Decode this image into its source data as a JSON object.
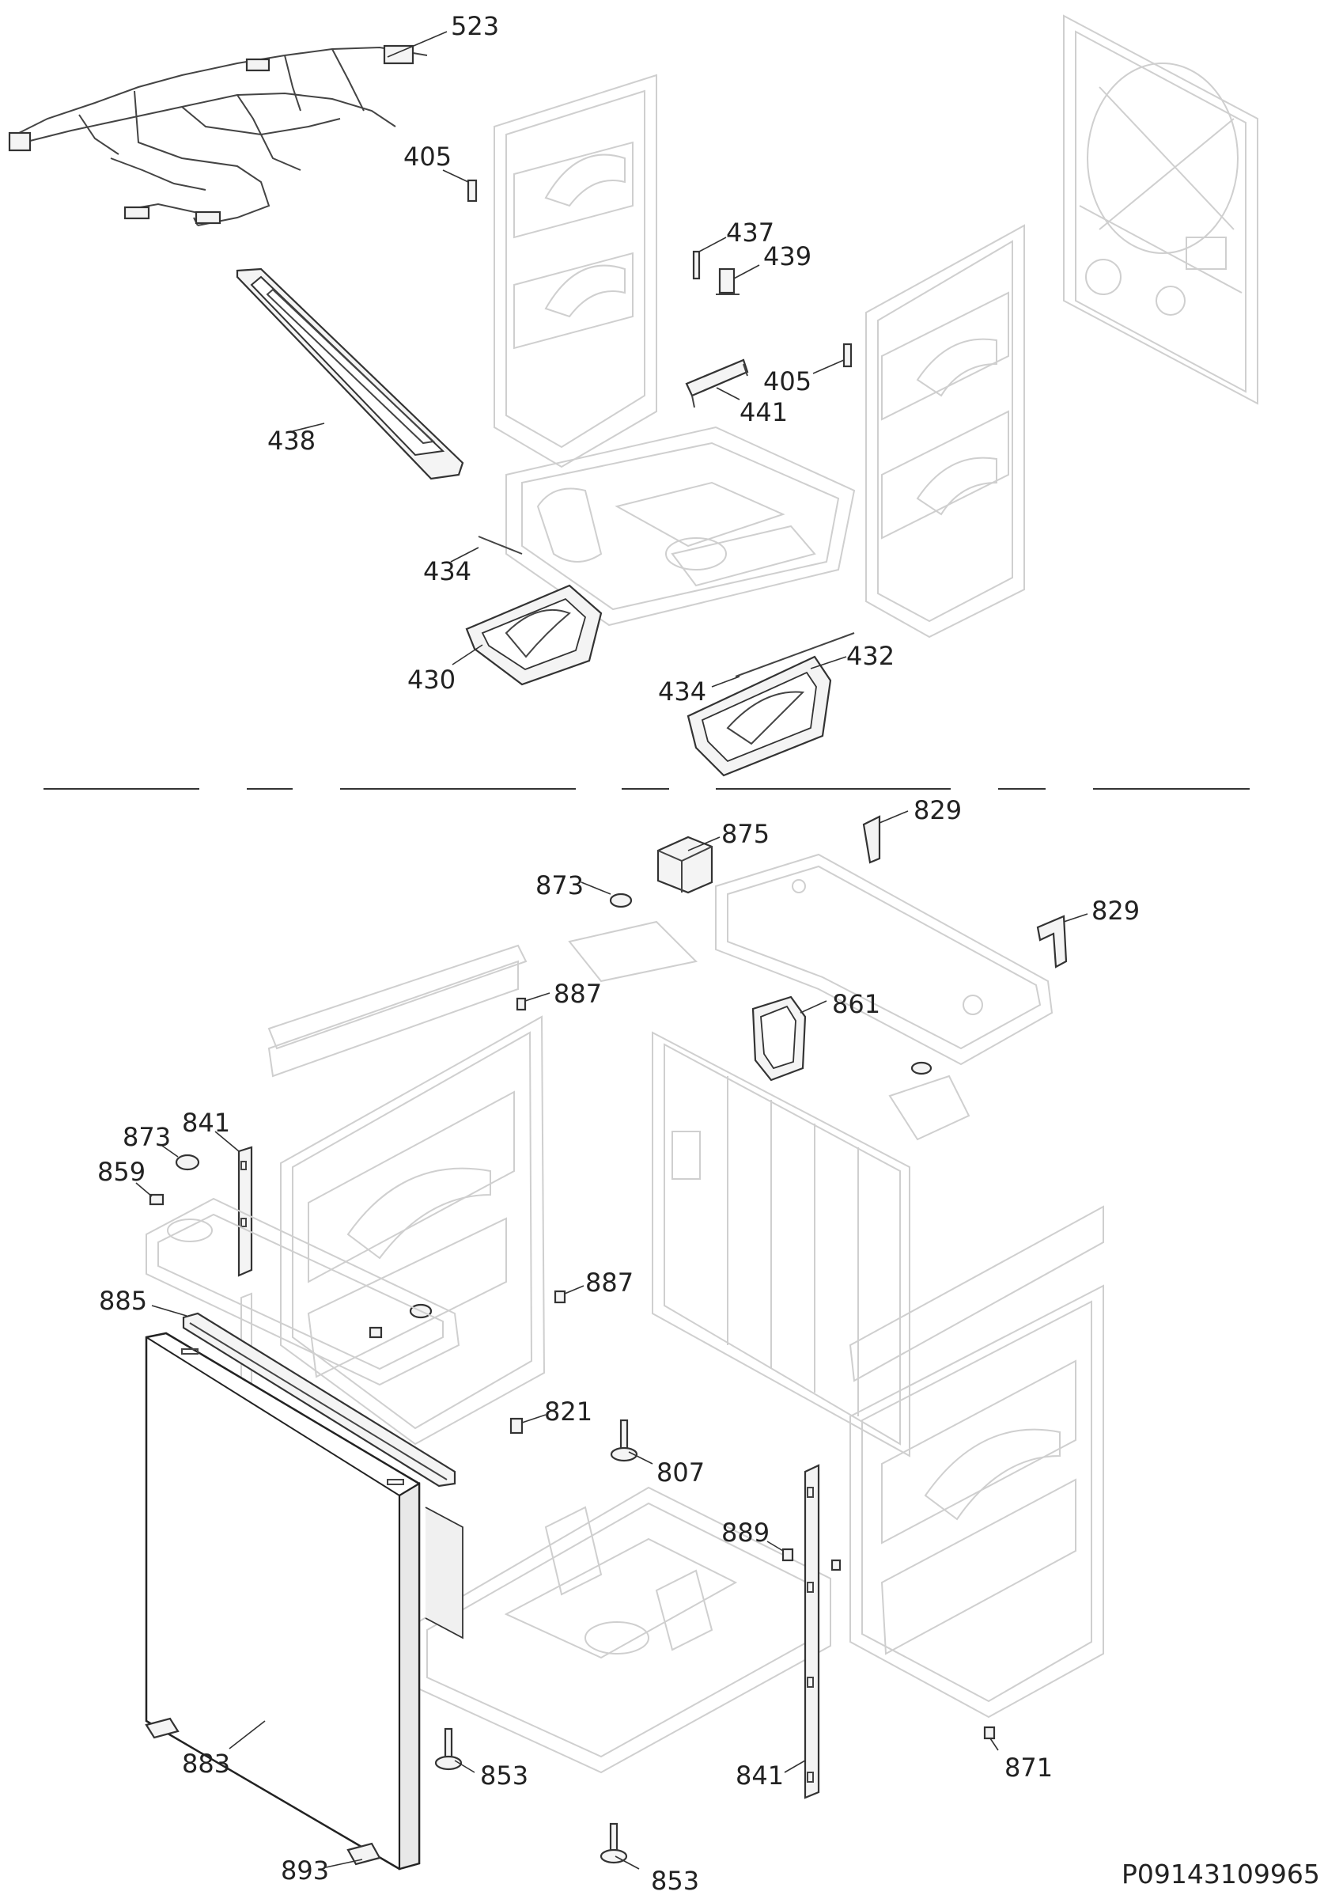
{
  "document_id": "P09143109965",
  "callouts_upper": [
    "523",
    "405",
    "437",
    "439",
    "405",
    "441",
    "438",
    "434",
    "430",
    "434",
    "432"
  ],
  "callouts_lower": [
    "875",
    "829",
    "873",
    "829",
    "887",
    "861",
    "841",
    "873",
    "859",
    "887",
    "885",
    "821",
    "807",
    "889",
    "883",
    "853",
    "841",
    "871",
    "893",
    "853"
  ]
}
